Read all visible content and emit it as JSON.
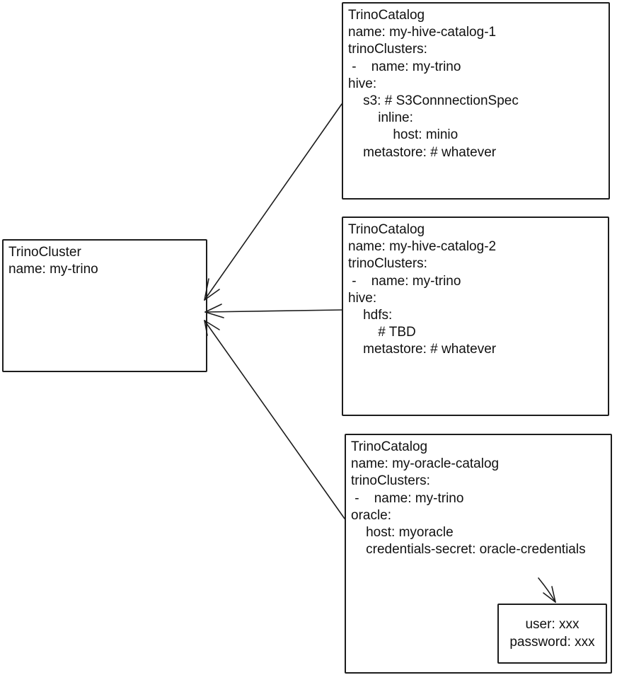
{
  "diagram": {
    "background": "#ffffff",
    "stroke_color": "#1c1c1c",
    "cluster_box": {
      "lines": [
        "TrinoCluster",
        "name: my-trino"
      ]
    },
    "catalog_boxes": [
      {
        "id": "hive-catalog-1",
        "lines": [
          "TrinoCatalog",
          "name: my-hive-catalog-1",
          "trinoClusters:",
          " -    name: my-trino",
          "hive:",
          "    s3: # S3ConnnectionSpec",
          "        inline:",
          "            host: minio",
          "    metastore: # whatever"
        ]
      },
      {
        "id": "hive-catalog-2",
        "lines": [
          "TrinoCatalog",
          "name: my-hive-catalog-2",
          "trinoClusters:",
          " -    name: my-trino",
          "hive:",
          "    hdfs:",
          "        # TBD",
          "    metastore: # whatever"
        ]
      },
      {
        "id": "oracle-catalog",
        "lines": [
          "TrinoCatalog",
          "name: my-oracle-catalog",
          "trinoClusters:",
          " -    name: my-trino",
          "oracle:",
          "    host: myoracle",
          "    credentials-secret: oracle-credentials"
        ]
      }
    ],
    "secret_box": {
      "lines": [
        "user: xxx",
        "password: xxx"
      ]
    }
  }
}
